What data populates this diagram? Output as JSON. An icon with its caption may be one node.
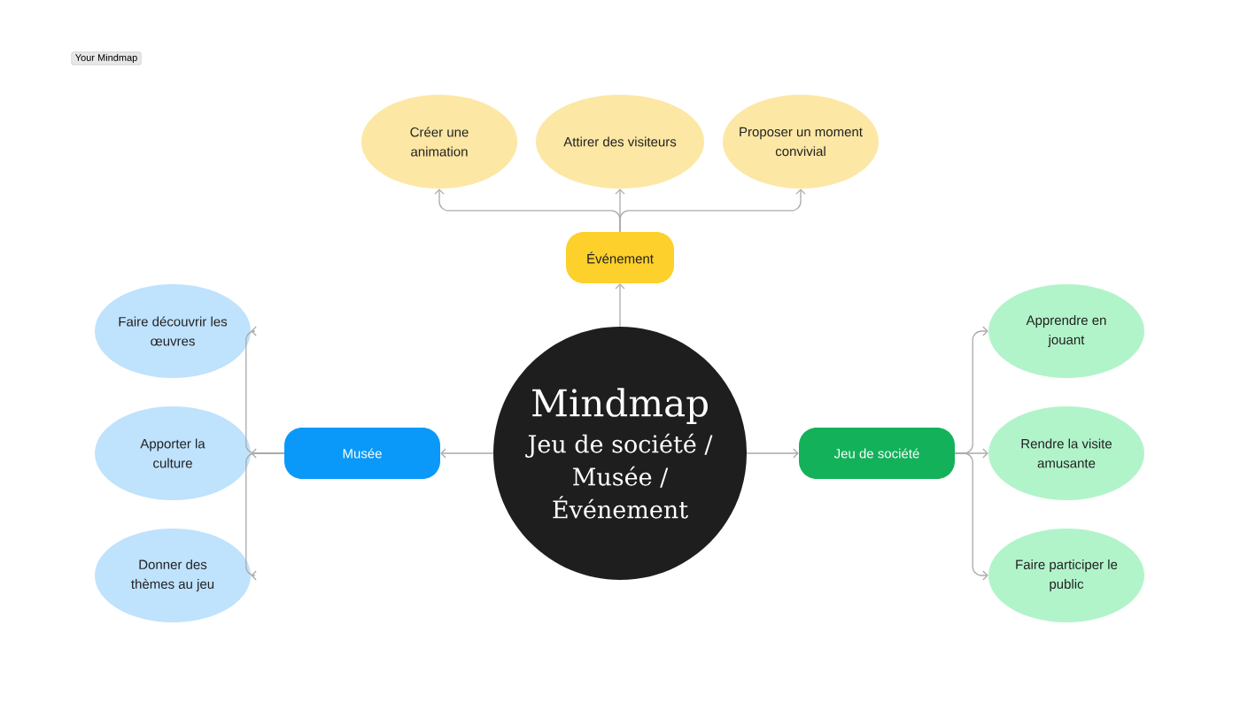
{
  "diagram": {
    "nodes": [
      {
        "text": [
          "Mindmap",
          "Jeu de société / Musée / Événement"
        ]
      },
      {
        "text": [
          "Événement"
        ]
      },
      {
        "text": [
          "Créer une animation"
        ]
      },
      {
        "text": [
          "Attirer des visiteurs"
        ]
      },
      {
        "text": [
          "Proposer un moment convivial"
        ]
      },
      {
        "text": [
          "Musée"
        ]
      },
      {
        "text": [
          "Faire découvrir les œuvres"
        ]
      },
      {
        "text": [
          "Apporter la culture"
        ]
      },
      {
        "text": [
          "Donner des thèmes au jeu"
        ]
      },
      {
        "text": [
          "Jeu de société"
        ]
      },
      {
        "text": [
          "Apprendre en jouant"
        ]
      },
      {
        "text": [
          "Rendre la visite amusante"
        ]
      },
      {
        "text": [
          "Faire participer le public"
        ]
      }
    ],
    "edges": [
      {
        "from": 0,
        "to": 1,
        "arrow": "to"
      },
      {
        "from": 1,
        "to": 2,
        "arrow": "to"
      },
      {
        "from": 1,
        "to": 3,
        "arrow": "to"
      },
      {
        "from": 1,
        "to": 4,
        "arrow": "to"
      },
      {
        "from": 0,
        "to": 5,
        "arrow": "to"
      },
      {
        "from": 5,
        "to": 6,
        "arrow": "to"
      },
      {
        "from": 5,
        "to": 7,
        "arrow": "to"
      },
      {
        "from": 5,
        "to": 8,
        "arrow": "to"
      },
      {
        "from": 0,
        "to": 9,
        "arrow": "to"
      },
      {
        "from": 9,
        "to": 10,
        "arrow": "to"
      },
      {
        "from": 9,
        "to": 11,
        "arrow": "to"
      },
      {
        "from": 9,
        "to": 12,
        "arrow": "to"
      }
    ],
    "labels": [
      "Your Mindmap"
    ]
  }
}
